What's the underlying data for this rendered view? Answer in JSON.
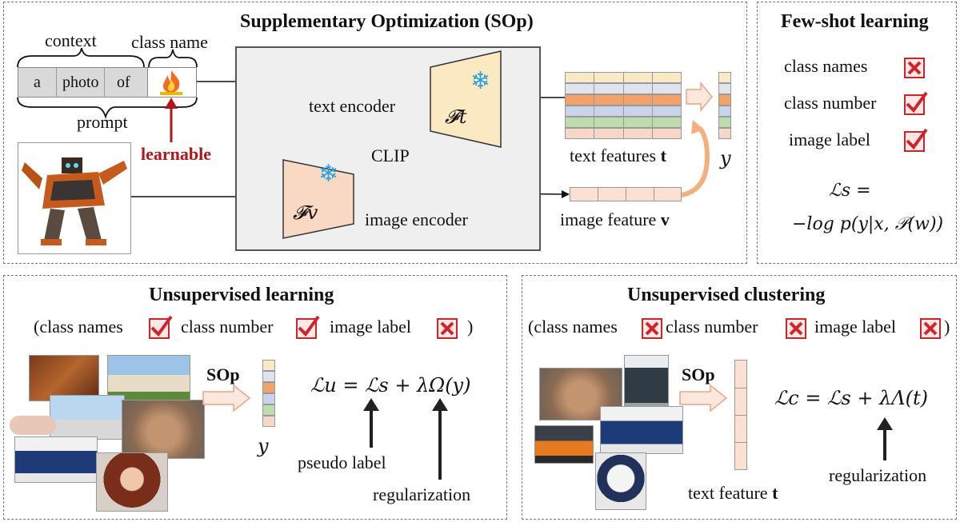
{
  "sop": {
    "title": "Supplementary Optimization (SOp)",
    "context_label": "context",
    "class_name_label": "class name",
    "prompt_words": [
      "a",
      "photo",
      "of"
    ],
    "prompt_label": "prompt",
    "learnable_label": "learnable",
    "text_encoder_label": "text encoder",
    "image_encoder_label": "image encoder",
    "clip_label": "CLIP",
    "ft_symbol": "𝓕t",
    "fv_symbol": "𝓕v",
    "text_features_label": "text features",
    "text_features_symbol": "t",
    "image_feature_label": "image feature",
    "image_feature_symbol": "v",
    "y_symbol": "y",
    "feature_row_colors": [
      "#fbe9c6",
      "#dfe3ee",
      "#f3a26a",
      "#c9d3ea",
      "#bcdcae",
      "#f6d8c8"
    ],
    "y_colors": [
      "#fbe9c6",
      "#dfe3ee",
      "#f3a26a",
      "#c9d3ea",
      "#bcdcae",
      "#f6d8c8"
    ]
  },
  "fewshot": {
    "title": "Few-shot learning",
    "items": [
      {
        "label": "class names",
        "mark": "cross"
      },
      {
        "label": "class number",
        "mark": "check"
      },
      {
        "label": "image label",
        "mark": "check"
      }
    ],
    "loss_line1": "ℒs =",
    "loss_line2": "−log p(y|x, 𝒫(w))"
  },
  "unsup_learning": {
    "title": "Unsupervised learning",
    "open_paren": "(class names",
    "class_number": "class number",
    "image_label": "image label",
    "close_paren": ")",
    "marks": [
      "check",
      "check",
      "cross"
    ],
    "sop_label": "SOp",
    "y_symbol": "y",
    "equation": "ℒu = ℒs + λΩ(y)",
    "pseudo_label": "pseudo label",
    "regularization": "regularization"
  },
  "unsup_clustering": {
    "title": "Unsupervised clustering",
    "open_paren": "(class names",
    "class_number": "class number",
    "image_label": "image label",
    "close_paren": ")",
    "marks": [
      "cross",
      "cross",
      "cross"
    ],
    "sop_label": "SOp",
    "equation": "ℒc = ℒs + λΛ(t)",
    "regularization": "regularization",
    "text_feature_label": "text feature",
    "text_feature_symbol": "t"
  }
}
